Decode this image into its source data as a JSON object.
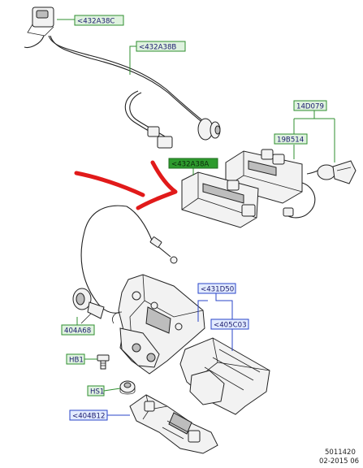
{
  "colors": {
    "green_label_fill": "#dff2df",
    "green_label_border": "#2f8f2f",
    "green_highlight_fill": "#2e9b2e",
    "blue_label_fill": "#e3ecff",
    "blue_label_border": "#2a44c8",
    "arrow_red": "#e11a1a",
    "line_art": "#222222"
  },
  "callouts": [
    {
      "id": "c1",
      "text": "<432A38C",
      "style": "green"
    },
    {
      "id": "c2",
      "text": "<432A38B",
      "style": "green"
    },
    {
      "id": "c3",
      "text": "14D079",
      "style": "green"
    },
    {
      "id": "c4",
      "text": "19B514",
      "style": "green"
    },
    {
      "id": "c5",
      "text": "<432A38A",
      "style": "green-highlight"
    },
    {
      "id": "c6",
      "text": "<431D50",
      "style": "blue"
    },
    {
      "id": "c7",
      "text": "<405C03",
      "style": "blue"
    },
    {
      "id": "c8",
      "text": "404A68",
      "style": "green"
    },
    {
      "id": "c9",
      "text": "HB1",
      "style": "green"
    },
    {
      "id": "c10",
      "text": "HS1",
      "style": "green"
    },
    {
      "id": "c11",
      "text": "<404B12",
      "style": "blue"
    }
  ],
  "reference": {
    "code": "5011420",
    "date": "02-2015 06"
  },
  "arrow": {
    "semantic": "red-pointer-arrow",
    "target": "<432A38A"
  }
}
